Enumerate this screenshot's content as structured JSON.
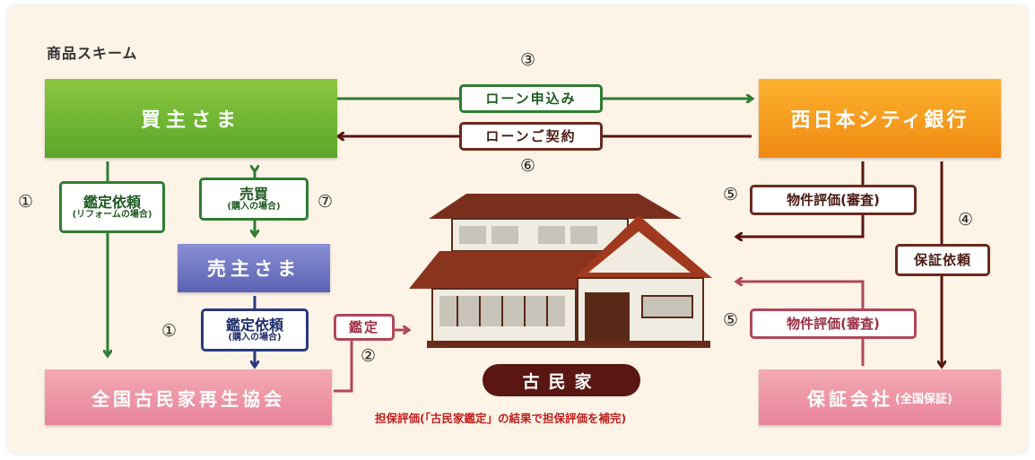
{
  "title": "商品スキーム",
  "nodes": {
    "buyer": "買主さま",
    "bank": "西日本シティ銀行",
    "seller": "売主さま",
    "association": "全国古民家再生協会",
    "guarantor": "保証会社",
    "guarantor_sub": "(全国保証)",
    "kominka": "古民家"
  },
  "labels": {
    "loan_application": "ローン申込み",
    "loan_contract": "ローンご契約",
    "appraisal_request_reform": "鑑定依頼",
    "appraisal_request_reform_sub": "(リフォームの場合)",
    "sale": "売買",
    "sale_sub": "(購入の場合)",
    "appraisal_request_purchase": "鑑定依頼",
    "appraisal_request_purchase_sub": "(購入の場合)",
    "appraisal": "鑑定",
    "property_eval_1": "物件評価(審査)",
    "property_eval_2": "物件評価(審査)",
    "guarantee_request": "保証依頼"
  },
  "step_numbers": {
    "s1a": "①",
    "s1b": "①",
    "s2": "②",
    "s3": "③",
    "s4": "④",
    "s5a": "⑤",
    "s5b": "⑤",
    "s6": "⑥",
    "s7": "⑦"
  },
  "caption": "担保評価(「古民家鑑定」の結果で担保評価を補完)",
  "colors": {
    "green": "#5aa62a",
    "orange": "#f08a12",
    "blue": "#5b62b3",
    "pink": "#e8849a",
    "dark_red": "#5a1612"
  }
}
